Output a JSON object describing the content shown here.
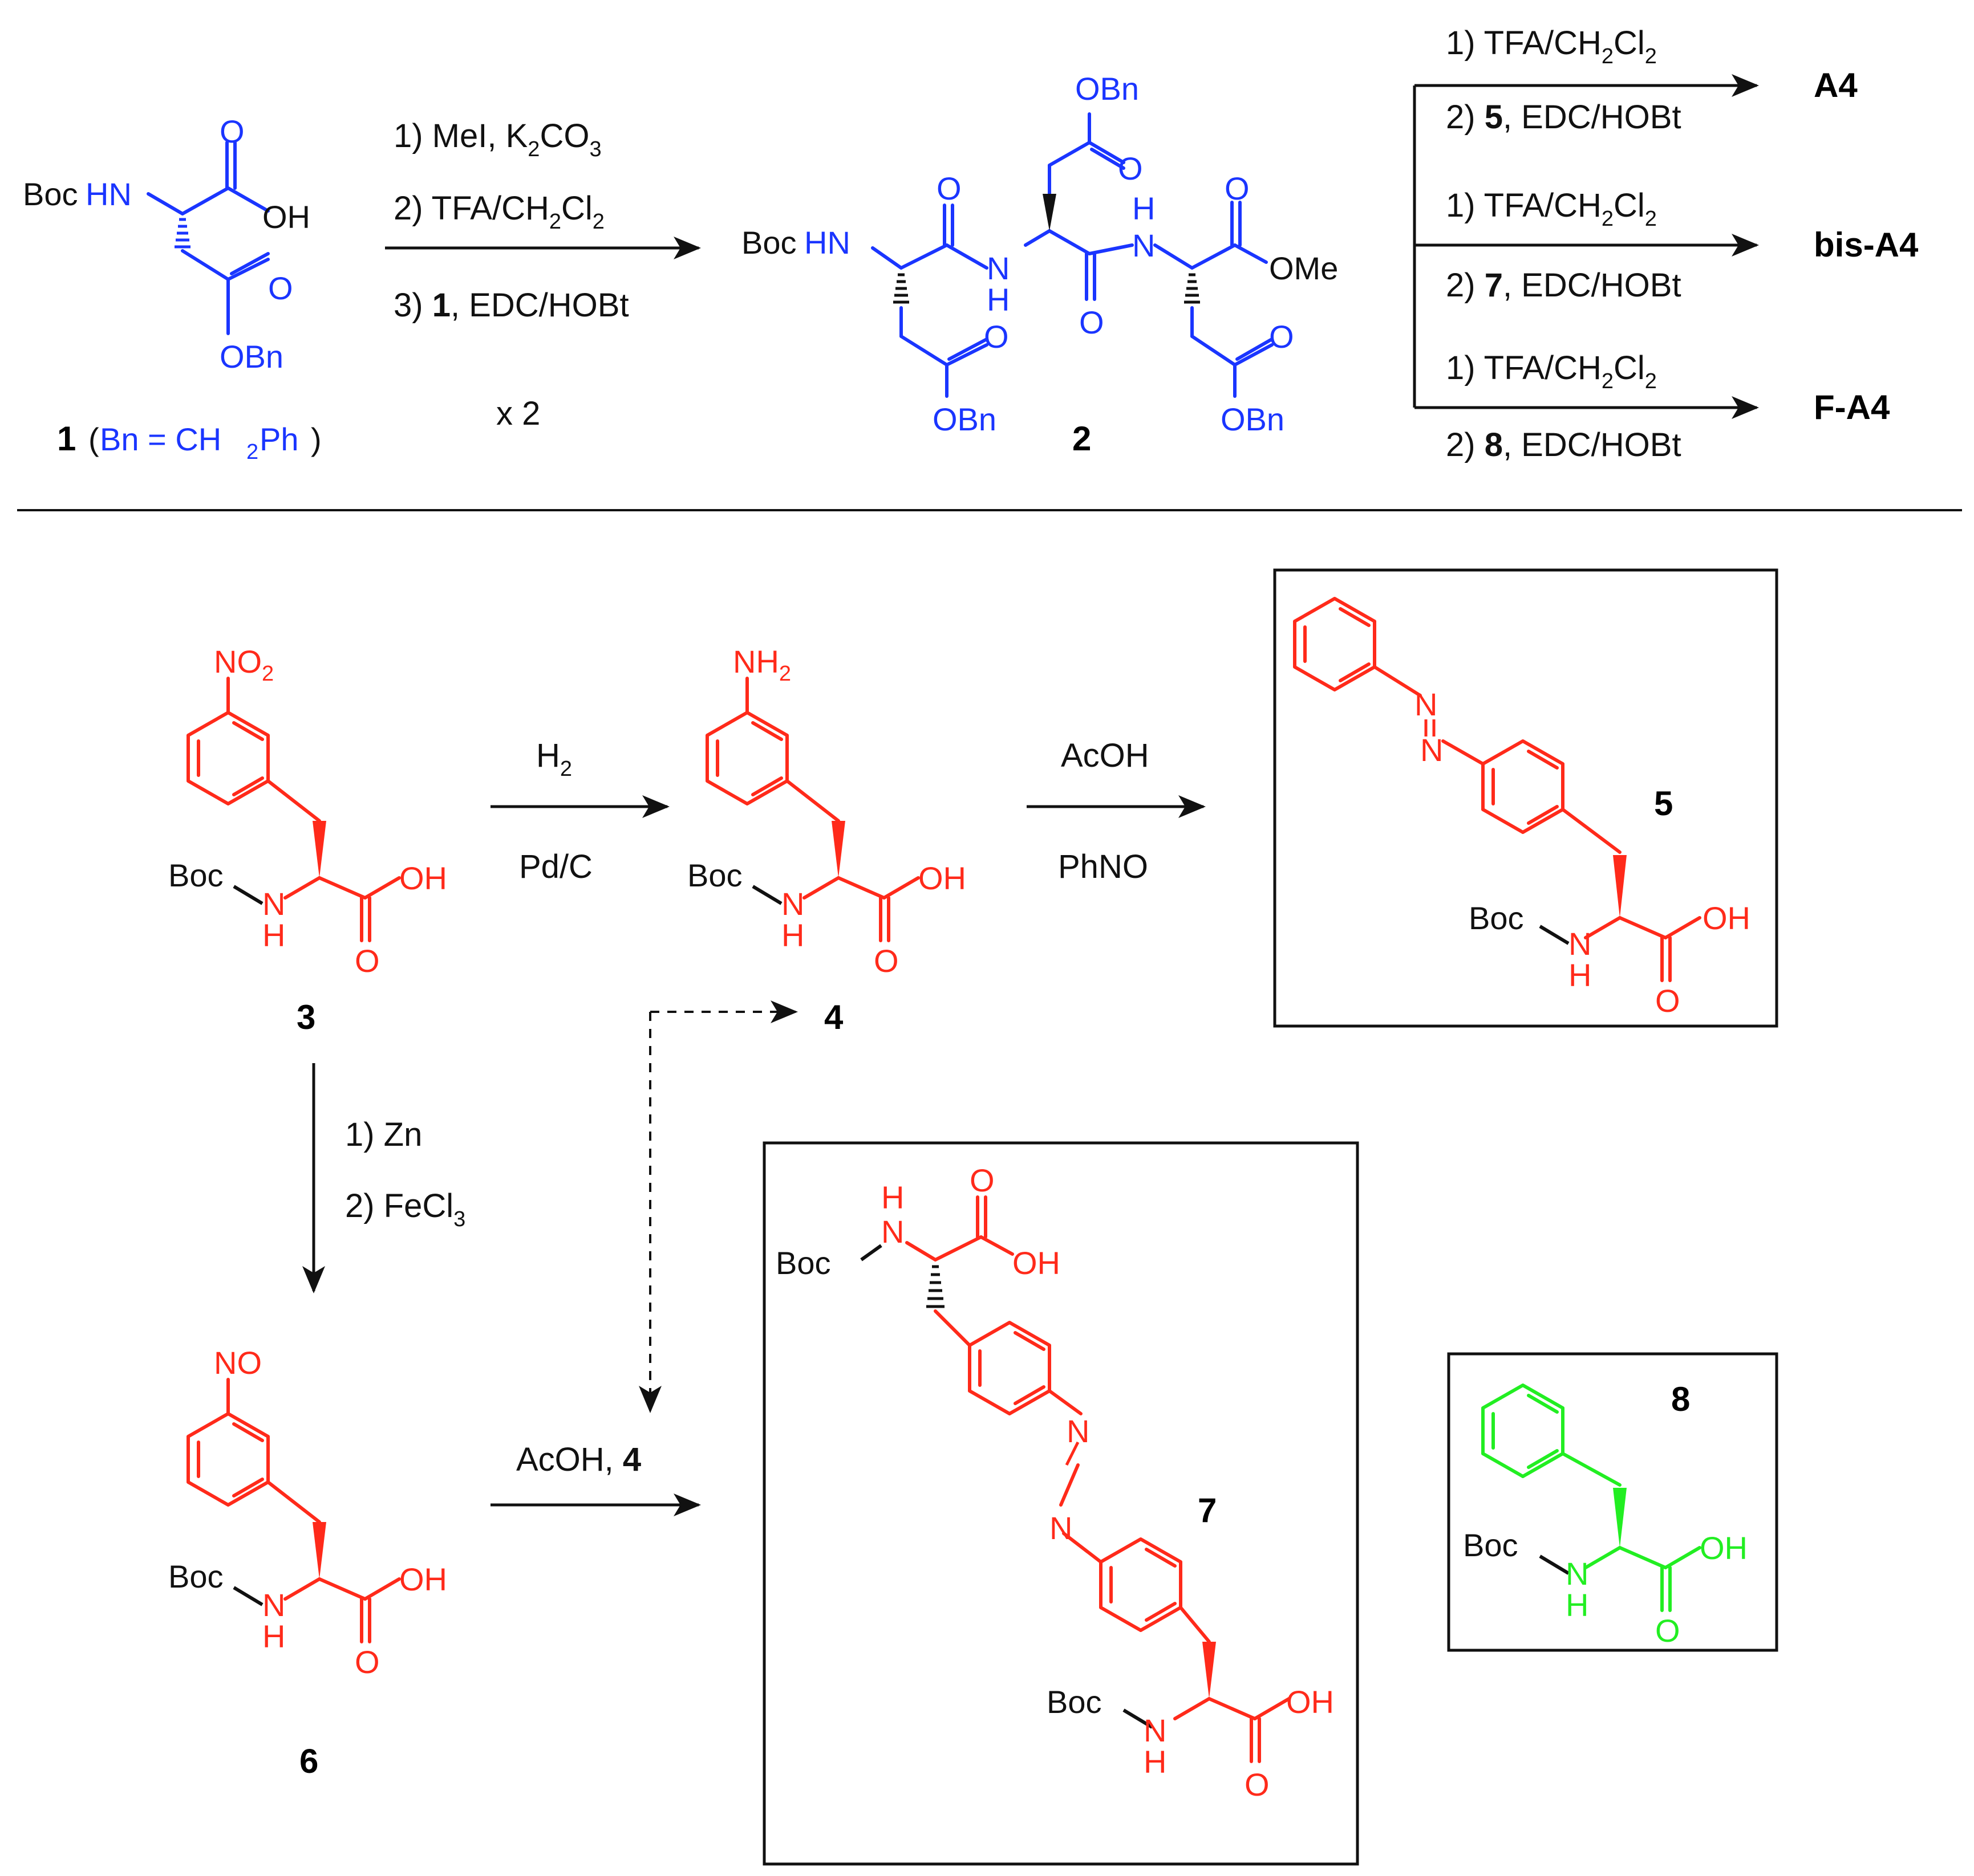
{
  "colors": {
    "aspartate": "#1a35ff",
    "phenylalanine_azo": "#ff2a1a",
    "phenylalanine": "#22ee22",
    "ink": "#111111",
    "background": "#ffffff"
  },
  "labels": {
    "boc": "Boc",
    "bochn": "BocHN",
    "hn": "HN",
    "nh": "N",
    "h": "H",
    "o": "O",
    "oh": "OH",
    "obn": "OBn",
    "ome": "OMe",
    "no2": "NO",
    "no2_sub": "2",
    "nh2": "NH",
    "nh2_sub": "2",
    "no": "NO",
    "n": "N"
  },
  "top_scheme": {
    "compound1": {
      "number": "1",
      "paren_open": "(",
      "bn_def": "Bn = CH",
      "bn_def_sub": "2",
      "bn_def_end": "Ph",
      "paren_close": ")"
    },
    "step1_conditions": {
      "line1": "1)  MeI, K",
      "line1_sub1": "2",
      "line1_mid": "CO",
      "line1_sub2": "3",
      "line2": "2)  TFA/CH",
      "line2_sub1": "2",
      "line2_mid": "Cl",
      "line2_sub2": "2",
      "line3_pre": "3) ",
      "line3_bold": "1",
      "line3_post": ", EDC/HOBt",
      "repeat": "x 2"
    },
    "compound2": {
      "number": "2"
    },
    "branches": [
      {
        "deprotect": "1)  TFA/CH",
        "deprotect_sub1": "2",
        "deprotect_mid": "Cl",
        "deprotect_sub2": "2",
        "couple_pre": "2) ",
        "couple_bold": "5",
        "couple_post": ", EDC/HOBt",
        "product": "A4"
      },
      {
        "deprotect": "1)  TFA/CH",
        "deprotect_sub1": "2",
        "deprotect_mid": "Cl",
        "deprotect_sub2": "2",
        "couple_pre": "2) ",
        "couple_bold": "7",
        "couple_post": ", EDC/HOBt",
        "product": "bis-A4"
      },
      {
        "deprotect": "1)  TFA/CH",
        "deprotect_sub1": "2",
        "deprotect_mid": "Cl",
        "deprotect_sub2": "2",
        "couple_pre": "2) ",
        "couple_bold": "8",
        "couple_post": ", EDC/HOBt",
        "product": "F-A4"
      }
    ]
  },
  "bottom_scheme": {
    "compound3": {
      "number": "3"
    },
    "compound4": {
      "number": "4"
    },
    "compound5": {
      "number": "5"
    },
    "compound6": {
      "number": "6"
    },
    "compound7": {
      "number": "7"
    },
    "compound8": {
      "number": "8"
    },
    "hydrogenation": {
      "reagent": "H",
      "reagent_sub": "2",
      "catalyst": "Pd/C"
    },
    "azo_coupling": {
      "acid": "AcOH",
      "partner": "PhNO"
    },
    "reduction": {
      "step1": "1)  Zn",
      "step2": "2)  FeCl",
      "step2_sub": "3"
    },
    "final_coupling": {
      "text": "AcOH, ",
      "bold": "4"
    },
    "dashed_target": "4"
  }
}
